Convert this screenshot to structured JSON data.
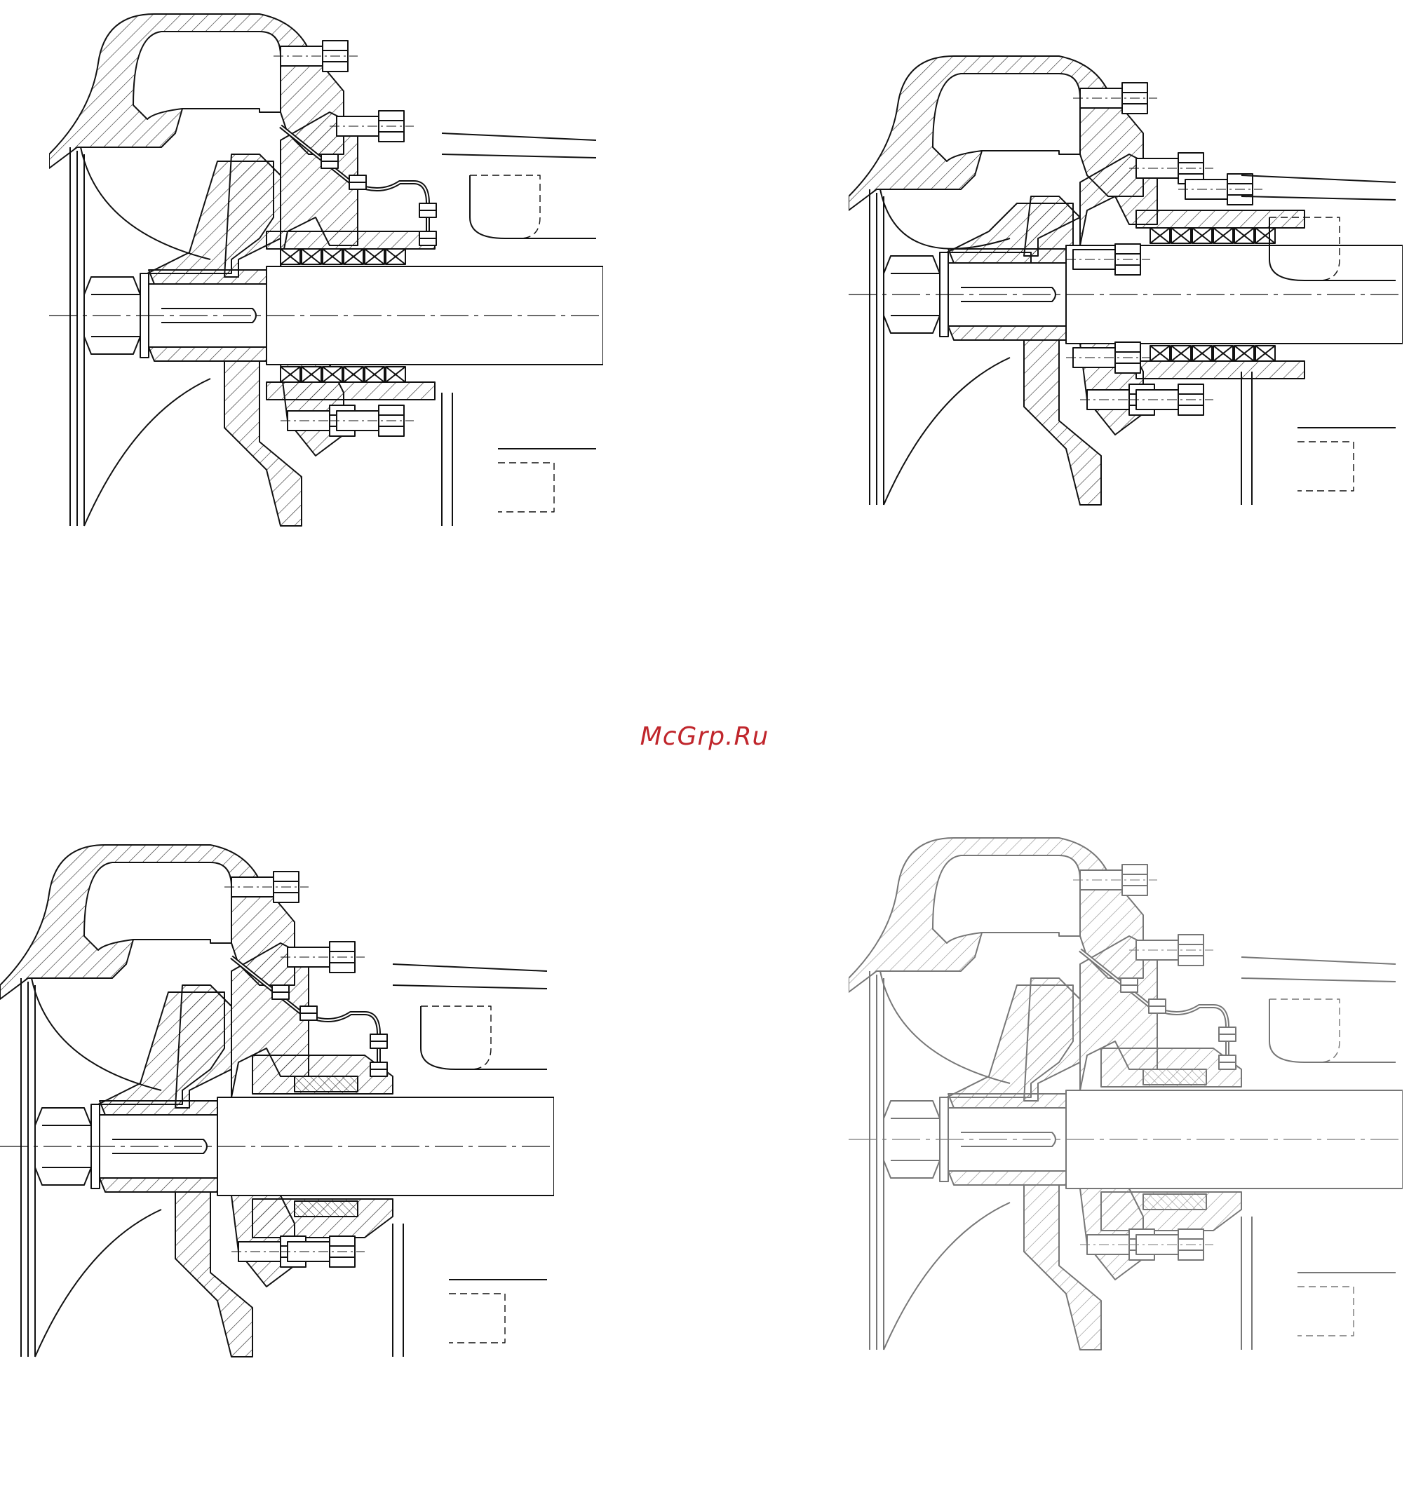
{
  "watermark": {
    "text": "McGrp.Ru",
    "color": "#c0262c"
  },
  "colors": {
    "line": "#111111",
    "hatch": "#222222",
    "light_line": "#777777",
    "background": "#ffffff"
  },
  "drawings": [
    {
      "name": "top-left",
      "variant": "packing-with-flush-line",
      "style": "solid"
    },
    {
      "name": "top-right",
      "variant": "packing-external-housing",
      "style": "solid"
    },
    {
      "name": "bottom-left",
      "variant": "mechanical-seal-with-flush-line",
      "style": "solid"
    },
    {
      "name": "bottom-right",
      "variant": "mechanical-seal-with-flush-line",
      "style": "faded"
    }
  ]
}
